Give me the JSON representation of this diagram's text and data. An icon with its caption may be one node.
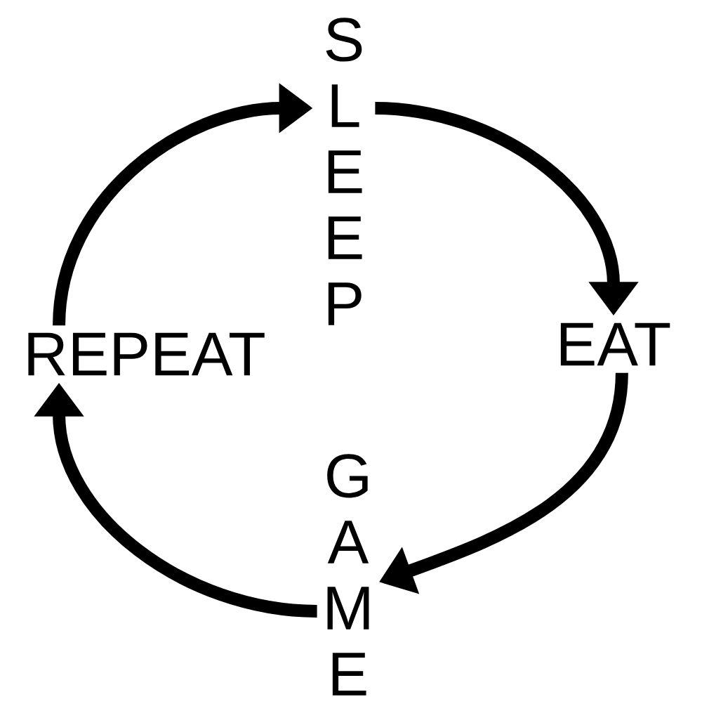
{
  "diagram": {
    "nodes": [
      {
        "text": [
          "SLEEP"
        ]
      },
      {
        "text": [
          "EAT"
        ]
      },
      {
        "text": [
          "GAME"
        ]
      },
      {
        "text": [
          "REPEAT"
        ]
      }
    ],
    "edges": [
      {
        "from": 0,
        "to": 1,
        "arrow": "to"
      },
      {
        "from": 1,
        "to": 2,
        "arrow": "to"
      },
      {
        "from": 2,
        "to": 3,
        "arrow": "to"
      },
      {
        "from": 3,
        "to": 0,
        "arrow": "to"
      }
    ]
  }
}
